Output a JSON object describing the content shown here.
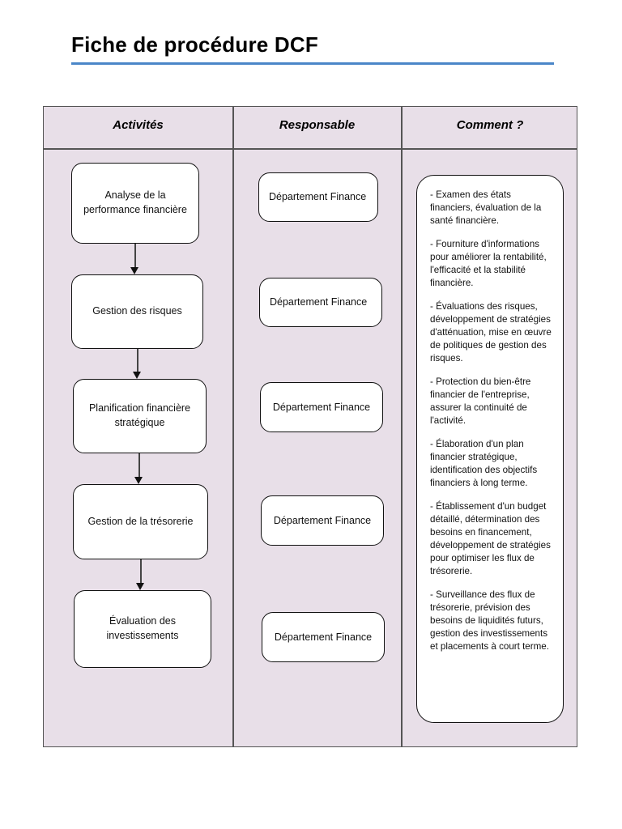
{
  "document": {
    "title": "Fiche de procédure DCF",
    "accent_color": "#4a86c8",
    "table_background": "#e8dfe8"
  },
  "table": {
    "headers": [
      {
        "label": "Activités"
      },
      {
        "label": "Responsable"
      },
      {
        "label": "Comment ?"
      }
    ],
    "activities": [
      {
        "label": "Analyse de la performance financière"
      },
      {
        "label": "Gestion des risques"
      },
      {
        "label": "Planification financière stratégique"
      },
      {
        "label": "Gestion de la trésorerie"
      },
      {
        "label": "Évaluation des investissements"
      }
    ],
    "responsables": [
      {
        "label": "Département Finance",
        "align": "left"
      },
      {
        "label": "Département Finance",
        "align": "left"
      },
      {
        "label": "Département Finance",
        "align": "center"
      },
      {
        "label": "Département Finance",
        "align": "center"
      },
      {
        "label": "Département Finance",
        "align": "center"
      }
    ],
    "comments": [
      "- Examen des états financiers, évaluation de la santé financière.",
      " - Fourniture d'informations pour améliorer la rentabilité, l'efficacité et la stabilité financière.",
      "- Évaluations des risques, développement de stratégies d'atténuation, mise en œuvre de politiques de gestion des risques.",
      " - Protection du bien-être financier de l'entreprise, assurer la continuité de l'activité.",
      "- Élaboration d'un plan financier stratégique, identification des objectifs financiers à long terme.",
      " - Établissement d'un budget détaillé, détermination des besoins en financement, développement de stratégies pour optimiser les flux de trésorerie.",
      " - Surveillance des flux de trésorerie, prévision des besoins de liquidités futurs, gestion des investissements et placements à court terme."
    ]
  }
}
